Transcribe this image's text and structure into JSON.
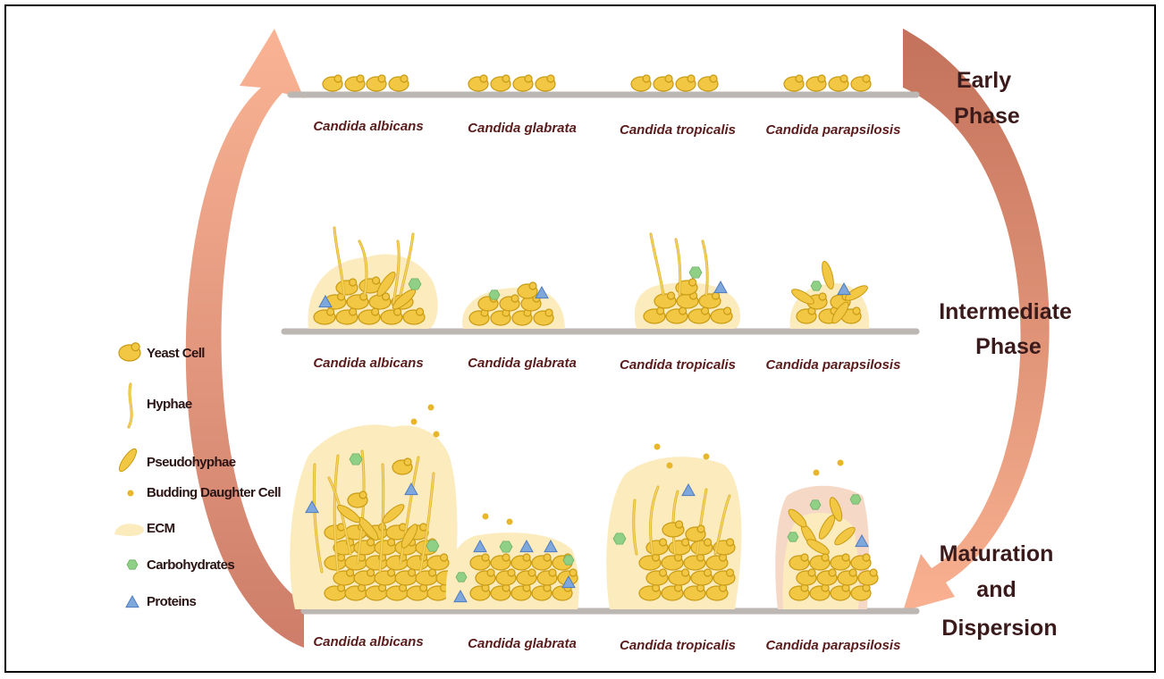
{
  "species": [
    "Candida albicans",
    "Candida glabrata",
    "Candida tropicalis",
    "Candida parapsilosis"
  ],
  "phases": {
    "early": [
      "Early",
      "Phase"
    ],
    "intermediate": [
      "Intermediate",
      "Phase"
    ],
    "maturation": [
      "Maturation",
      "and",
      "Dispersion"
    ]
  },
  "legend": {
    "yeast_cell": "Yeast Cell",
    "hyphae": "Hyphae",
    "pseudohyphae": "Pseudohyphae",
    "budding_daughter_cell": "Budding Daughter Cell",
    "ecm": "ECM",
    "carbohydrates": "Carbohydrates",
    "proteins": "Proteins"
  },
  "colors": {
    "yeast": "#f2c743",
    "ecm": "#fbebbd",
    "carbohydrates": "#8fcf86",
    "proteins": "#7ea7dc",
    "arrow_light": "#f7a889",
    "arrow_dark": "#c9725c",
    "label": "#5a1c1c"
  }
}
